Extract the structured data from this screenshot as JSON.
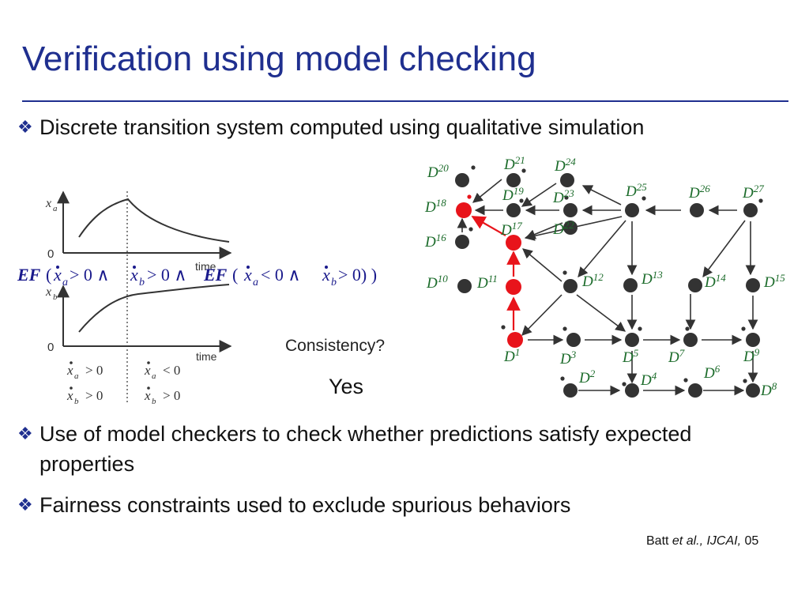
{
  "slide": {
    "title": "Verification using model checking",
    "bullets": [
      "Discrete transition system computed using qualitative simulation",
      "Use of model checkers to check whether predictions satisfy expected properties",
      "Fairness constraints used to exclude spurious behaviors"
    ],
    "citation": {
      "author": "Batt ",
      "etal": "et al., ",
      "venue": "IJCAI,",
      "year": " 05"
    },
    "consistency_label": "Consistency?",
    "answer": "Yes",
    "formula": {
      "ef1": "EF",
      "part1": "(",
      "xa": "x",
      "xa_sub": "a",
      "gt0_and": " > 0 ∧ ",
      "xb": "x",
      "xb_sub": "b",
      "gt0_and2": " > 0 ∧",
      "ef2": "EF",
      "paren2": "(",
      "xa2": "x",
      "xa2_sub": "a",
      "lt0_and": " < 0 ∧  ",
      "xb2": "x",
      "xb2_sub": "b",
      "gt0_close": " > 0) )"
    },
    "plots": {
      "top_ylabel": "x",
      "top_ylabel_sub": "a",
      "bottom_ylabel": "x",
      "bottom_ylabel_sub": "b",
      "zero": "0",
      "time": "time",
      "cond_a1": "> 0",
      "cond_a2": "< 0",
      "cond_b1": "> 0",
      "cond_b2": "> 0",
      "sub_a": "a",
      "sub_b": "b",
      "x": "x"
    },
    "graph_labels": [
      {
        "id": "20",
        "base": "D",
        "sup": "20"
      },
      {
        "id": "21",
        "base": "D",
        "sup": "21"
      },
      {
        "id": "24",
        "base": "D",
        "sup": "24"
      },
      {
        "id": "18",
        "base": "D",
        "sup": "18"
      },
      {
        "id": "19",
        "base": "D",
        "sup": "19"
      },
      {
        "id": "23",
        "base": "D",
        "sup": "23"
      },
      {
        "id": "25",
        "base": "D",
        "sup": "25"
      },
      {
        "id": "26",
        "base": "D",
        "sup": "26"
      },
      {
        "id": "27",
        "base": "D",
        "sup": "27"
      },
      {
        "id": "16",
        "base": "D",
        "sup": "16"
      },
      {
        "id": "17",
        "base": "D",
        "sup": "17"
      },
      {
        "id": "22",
        "base": "D",
        "sup": "22"
      },
      {
        "id": "10",
        "base": "D",
        "sup": "10"
      },
      {
        "id": "11",
        "base": "D",
        "sup": "11"
      },
      {
        "id": "12",
        "base": "D",
        "sup": "12"
      },
      {
        "id": "13",
        "base": "D",
        "sup": "13"
      },
      {
        "id": "14",
        "base": "D",
        "sup": "14"
      },
      {
        "id": "15",
        "base": "D",
        "sup": "15"
      },
      {
        "id": "1",
        "base": "D",
        "sup": "1"
      },
      {
        "id": "3",
        "base": "D",
        "sup": "3"
      },
      {
        "id": "5",
        "base": "D",
        "sup": "5"
      },
      {
        "id": "7",
        "base": "D",
        "sup": "7"
      },
      {
        "id": "9",
        "base": "D",
        "sup": "9"
      },
      {
        "id": "2",
        "base": "D",
        "sup": "2"
      },
      {
        "id": "4",
        "base": "D",
        "sup": "4"
      },
      {
        "id": "6",
        "base": "D",
        "sup": "6"
      },
      {
        "id": "8",
        "base": "D",
        "sup": "8"
      }
    ],
    "colors": {
      "title": "#1f2f8f",
      "node": "#333333",
      "highlight": "#e8141b",
      "label_green": "#1b6b2a",
      "formula_blue": "#1a1a8c"
    }
  }
}
